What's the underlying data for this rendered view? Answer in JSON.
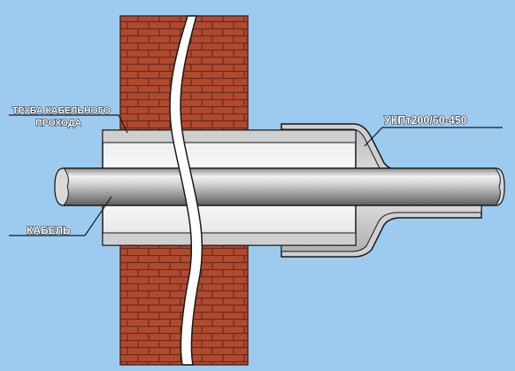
{
  "diagram": {
    "labels": {
      "pipe_line1": "ТРУБА КАБЕЛЬНОГО",
      "pipe_line2": "ПРОХОДА",
      "cable": "КАБЕЛЬ",
      "sleeve": "УКПт200/60-450"
    },
    "colors": {
      "background": "#9dcbef",
      "brick": "#b04a2e",
      "mortar": "#6b2a1c",
      "pipe_fill": "#f4f4f4",
      "pipe_band": "#cfcfcf",
      "cable_light": "#f2f2f2",
      "cable_dark": "#6f6f6f",
      "sleeve": "#d6d6d6",
      "outline": "#1a1a1a"
    }
  }
}
